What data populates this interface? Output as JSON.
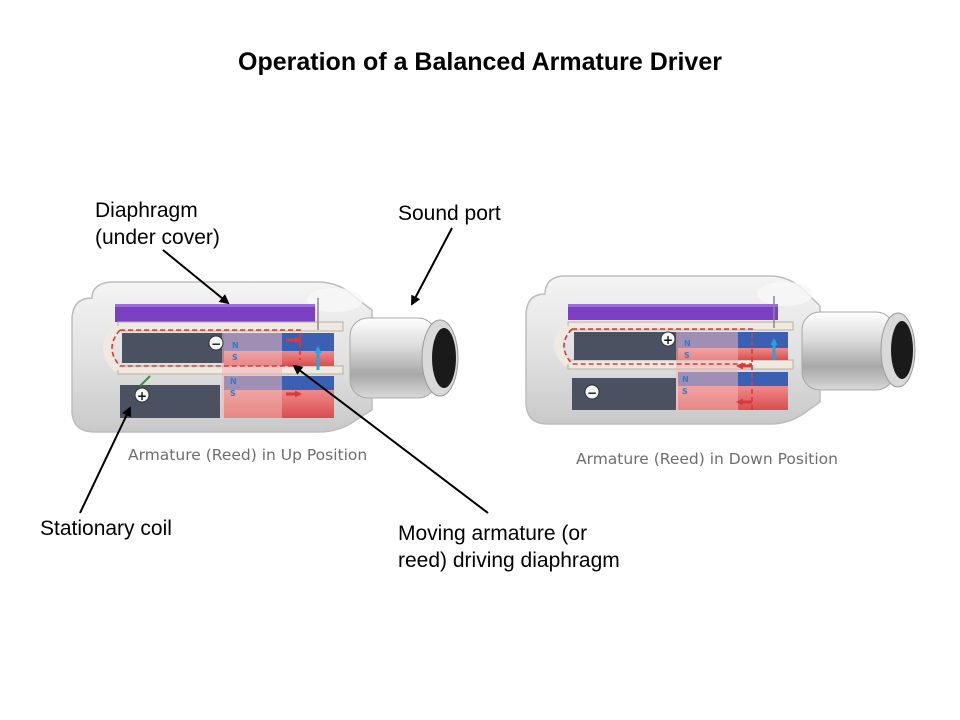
{
  "title": "Operation of a Balanced Armature Driver",
  "labels": {
    "diaphragm_line1": "Diaphragm",
    "diaphragm_line2": "(under cover)",
    "sound_port": "Sound port",
    "stationary_coil": "Stationary coil",
    "armature_line1": "Moving armature (or",
    "armature_line2": "reed) driving diaphragm"
  },
  "captions": {
    "up": "Armature (Reed) in Up Position",
    "down": "Armature (Reed) in Down Position"
  },
  "polarity": {
    "plus": "+",
    "minus": "−"
  },
  "poles": {
    "n": "N",
    "s": "S"
  },
  "colors": {
    "diaphragm": "#7b3fc4",
    "magnet_blue": "#3a5fb3",
    "magnet_red": "#e05656",
    "flux_arrow": "#29a3e0",
    "current_dash": "#d83a3a",
    "coil": "#4a5160"
  }
}
